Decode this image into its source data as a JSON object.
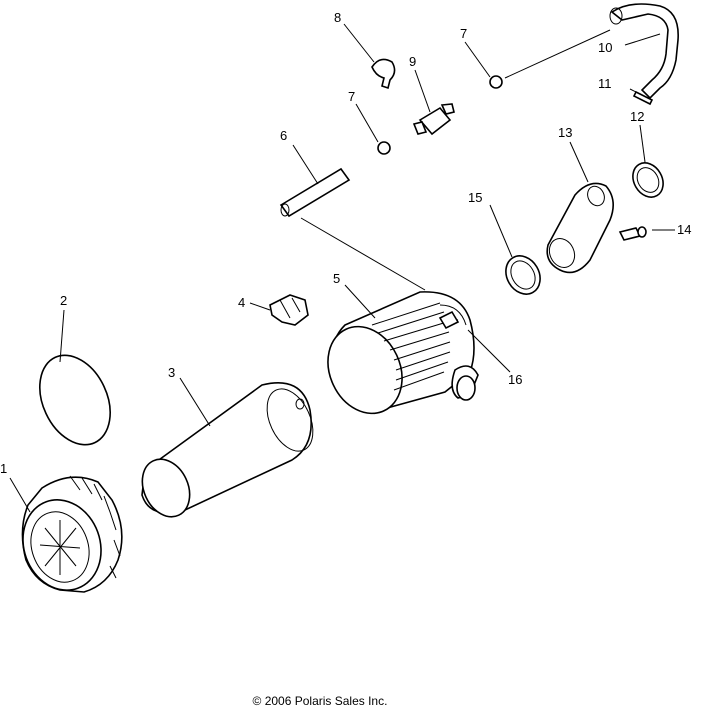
{
  "copyright": "© 2006 Polaris Sales Inc.",
  "callouts": [
    {
      "id": "1",
      "label": "1"
    },
    {
      "id": "2",
      "label": "2"
    },
    {
      "id": "3",
      "label": "3"
    },
    {
      "id": "4",
      "label": "4"
    },
    {
      "id": "5",
      "label": "5"
    },
    {
      "id": "6",
      "label": "6"
    },
    {
      "id": "7a",
      "label": "7"
    },
    {
      "id": "7b",
      "label": "7"
    },
    {
      "id": "8",
      "label": "8"
    },
    {
      "id": "9",
      "label": "9"
    },
    {
      "id": "10",
      "label": "10"
    },
    {
      "id": "11",
      "label": "11"
    },
    {
      "id": "12",
      "label": "12"
    },
    {
      "id": "13",
      "label": "13"
    },
    {
      "id": "14",
      "label": "14"
    },
    {
      "id": "15",
      "label": "15"
    },
    {
      "id": "16",
      "label": "16"
    }
  ]
}
